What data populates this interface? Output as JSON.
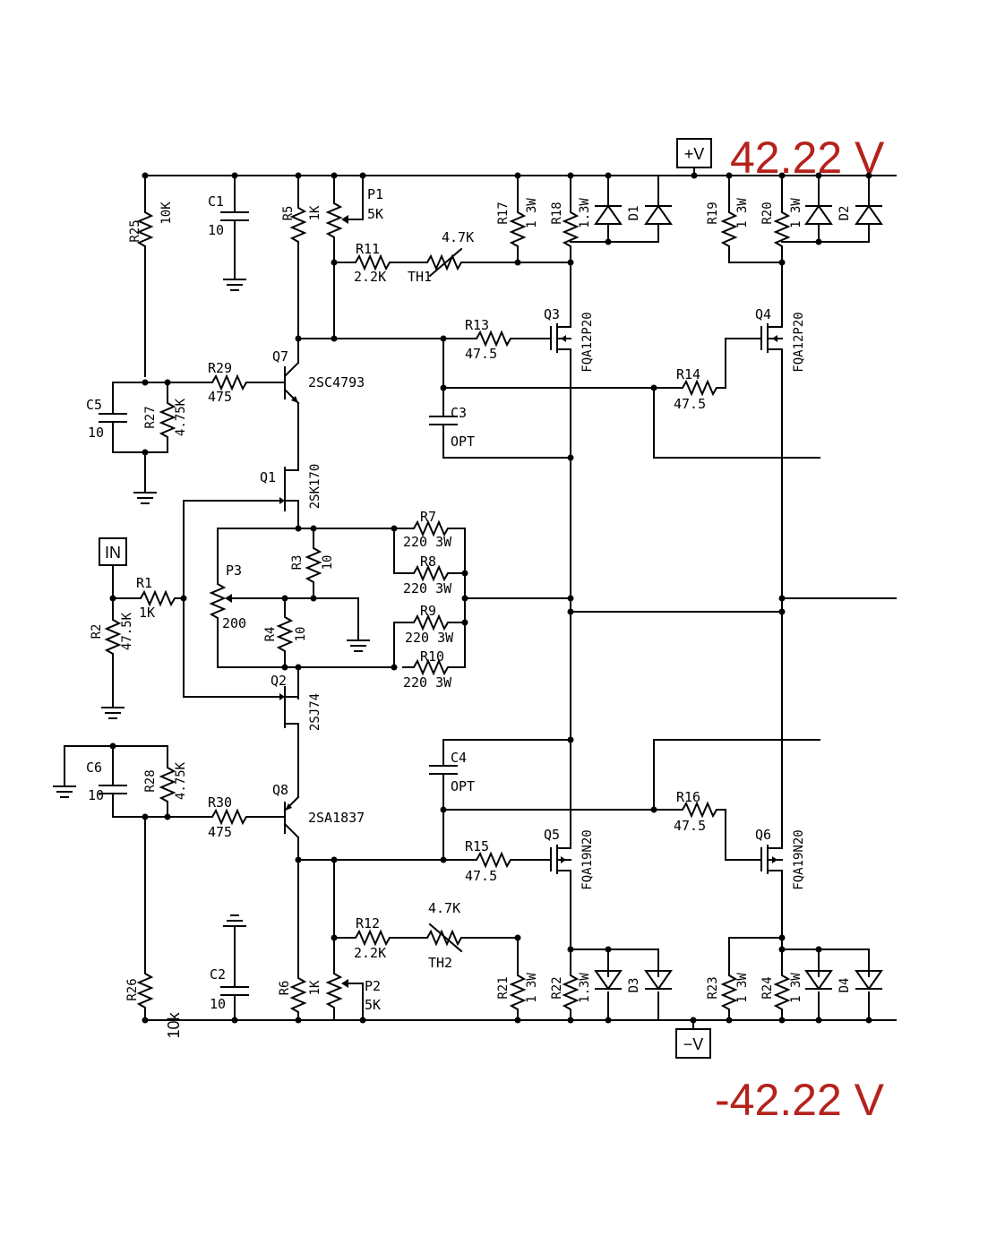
{
  "supply": {
    "pos_port": "+V",
    "neg_port": "−V",
    "pos_voltage": "42.22 V",
    "neg_voltage": "-42.22 V",
    "annot_color": "#b5221c"
  },
  "input": {
    "port": "IN"
  },
  "components": {
    "R25": {
      "ref": "R25",
      "val": "10K"
    },
    "C1": {
      "ref": "C1",
      "val": "10"
    },
    "R5": {
      "ref": "R5",
      "val": "1K"
    },
    "P1": {
      "ref": "P1",
      "val": "5K"
    },
    "R11": {
      "ref": "R11",
      "val": "2.2K"
    },
    "TH1": {
      "ref": "TH1",
      "val": "4.7K"
    },
    "R17": {
      "ref": "R17",
      "val": "1 3W"
    },
    "R18": {
      "ref": "R18",
      "val": "1.3W"
    },
    "D1": {
      "ref": "D1"
    },
    "R19": {
      "ref": "R19",
      "val": "1 3W"
    },
    "R20": {
      "ref": "R20",
      "val": "1 3W"
    },
    "D2": {
      "ref": "D2"
    },
    "R13": {
      "ref": "R13",
      "val": "47.5"
    },
    "Q3": {
      "ref": "Q3",
      "val": "FQA12P20"
    },
    "Q4": {
      "ref": "Q4",
      "val": "FQA12P20"
    },
    "R14": {
      "ref": "R14",
      "val": "47.5"
    },
    "Q7": {
      "ref": "Q7",
      "val": "2SC4793"
    },
    "R29": {
      "ref": "R29",
      "val": "475"
    },
    "C5": {
      "ref": "C5",
      "val": "10"
    },
    "R27": {
      "ref": "R27",
      "val": "4.75K"
    },
    "C3": {
      "ref": "C3",
      "val": "OPT"
    },
    "Q1": {
      "ref": "Q1",
      "val": "2SK170"
    },
    "R7": {
      "ref": "R7",
      "val": "220 3W"
    },
    "R8": {
      "ref": "R8",
      "val": "220 3W"
    },
    "R9": {
      "ref": "R9",
      "val": "220 3W"
    },
    "R10": {
      "ref": "R10",
      "val": "220 3W"
    },
    "R3": {
      "ref": "R3",
      "val": "10"
    },
    "R4": {
      "ref": "R4",
      "val": "10"
    },
    "P3": {
      "ref": "P3",
      "val": "200"
    },
    "R1": {
      "ref": "R1",
      "val": "1K"
    },
    "R2": {
      "ref": "R2",
      "val": "47.5K"
    },
    "Q2": {
      "ref": "Q2",
      "val": "2SJ74"
    },
    "C6": {
      "ref": "C6",
      "val": "10"
    },
    "R28": {
      "ref": "R28",
      "val": "4.75K"
    },
    "Q8": {
      "ref": "Q8",
      "val": "2SA1837"
    },
    "R30": {
      "ref": "R30",
      "val": "475"
    },
    "C4": {
      "ref": "C4",
      "val": "OPT"
    },
    "R16": {
      "ref": "R16",
      "val": "47.5"
    },
    "R15": {
      "ref": "R15",
      "val": "47.5"
    },
    "Q5": {
      "ref": "Q5",
      "val": "FQA19N20"
    },
    "Q6": {
      "ref": "Q6",
      "val": "FQA19N20"
    },
    "R12": {
      "ref": "R12",
      "val": "2.2K"
    },
    "TH2": {
      "ref": "TH2",
      "val": "4.7K"
    },
    "R21": {
      "ref": "R21",
      "val": "1 3W"
    },
    "R22": {
      "ref": "R22",
      "val": "1.3W"
    },
    "D3": {
      "ref": "D3"
    },
    "R23": {
      "ref": "R23",
      "val": "1 3W"
    },
    "R24": {
      "ref": "R24",
      "val": "1 3W"
    },
    "D4": {
      "ref": "D4"
    },
    "C2": {
      "ref": "C2",
      "val": "10"
    },
    "R6": {
      "ref": "R6",
      "val": "1K"
    },
    "P2": {
      "ref": "P2",
      "val": "5K"
    },
    "R26": {
      "ref": "R26",
      "val": "10k"
    }
  }
}
